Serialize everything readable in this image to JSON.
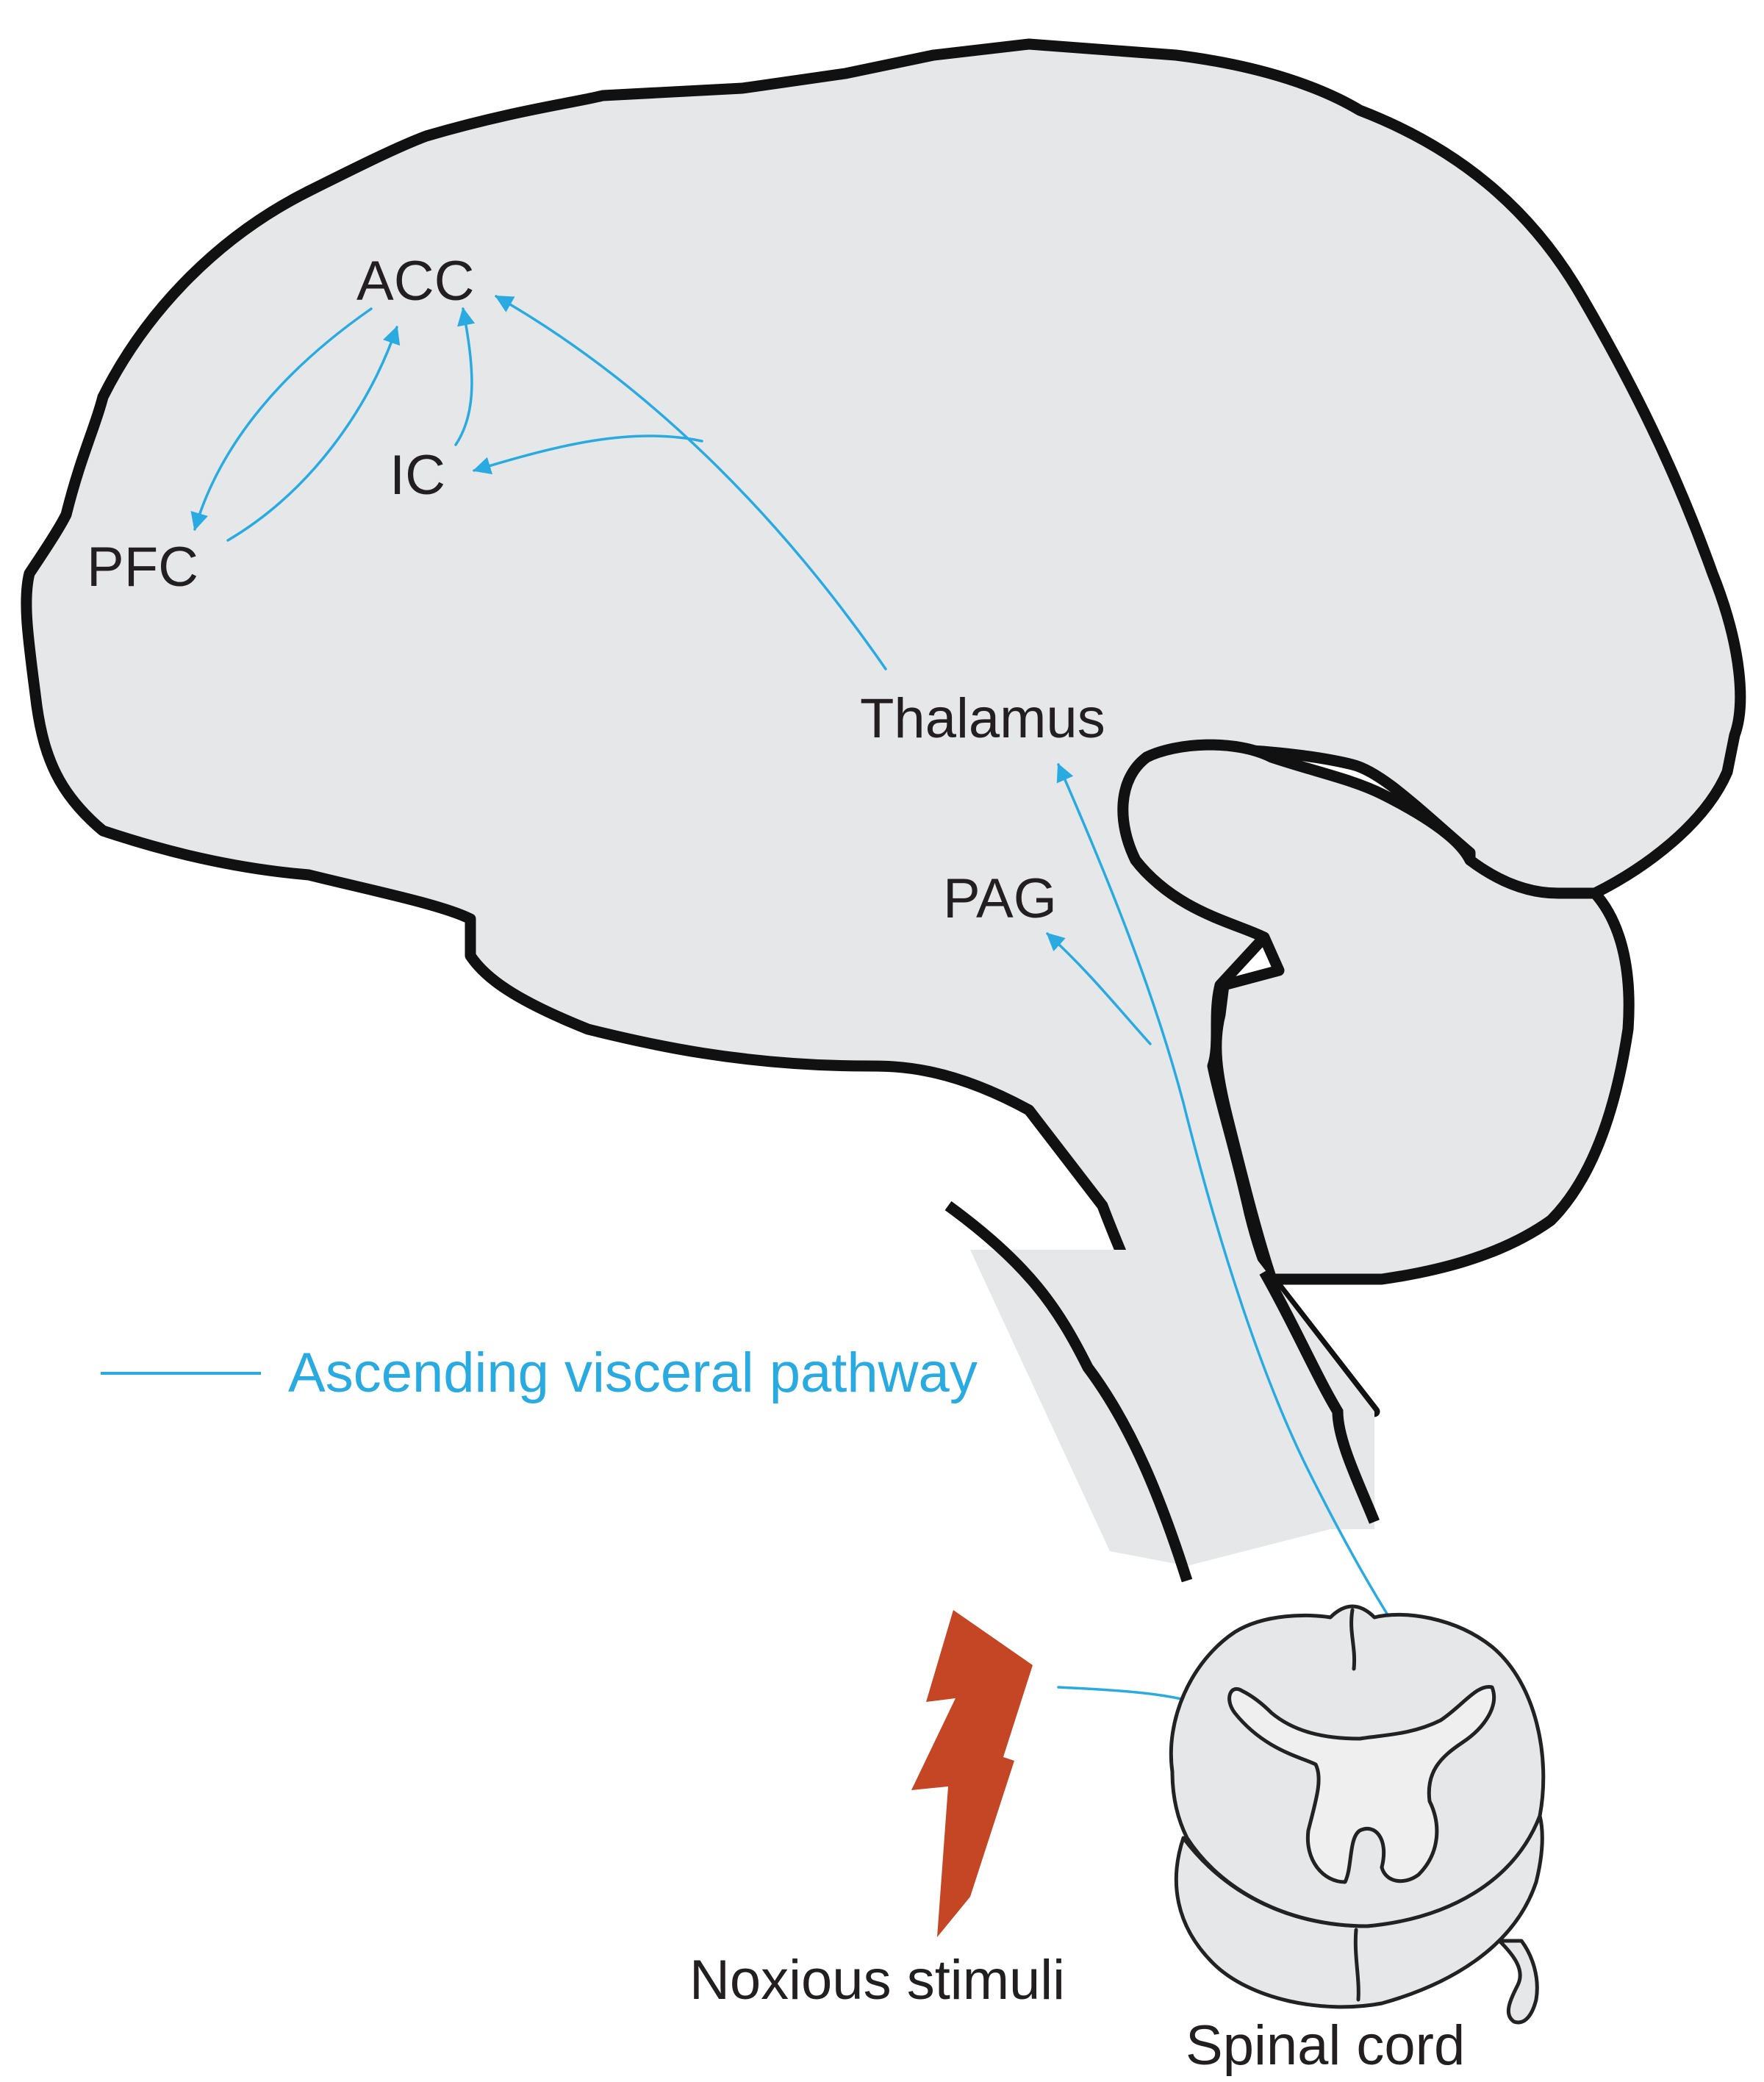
{
  "colors": {
    "pathway": "#29aae1",
    "tissue": "#e6e7e8",
    "outline": "#111111",
    "stimulus": "#c44625",
    "text": "#231f20"
  },
  "labels": {
    "acc": "ACC",
    "ic": "IC",
    "pfc": "PFC",
    "thalamus": "Thalamus",
    "pag": "PAG"
  },
  "legend": {
    "pathway_label": "Ascending visceral pathway"
  },
  "captions": {
    "noxious": "Noxious stimuli",
    "spinal": "Spinal cord"
  },
  "icons": {
    "stimulus": "lightning-bolt-icon",
    "spinal_cord": "spinal-cord-cross-section-icon"
  }
}
